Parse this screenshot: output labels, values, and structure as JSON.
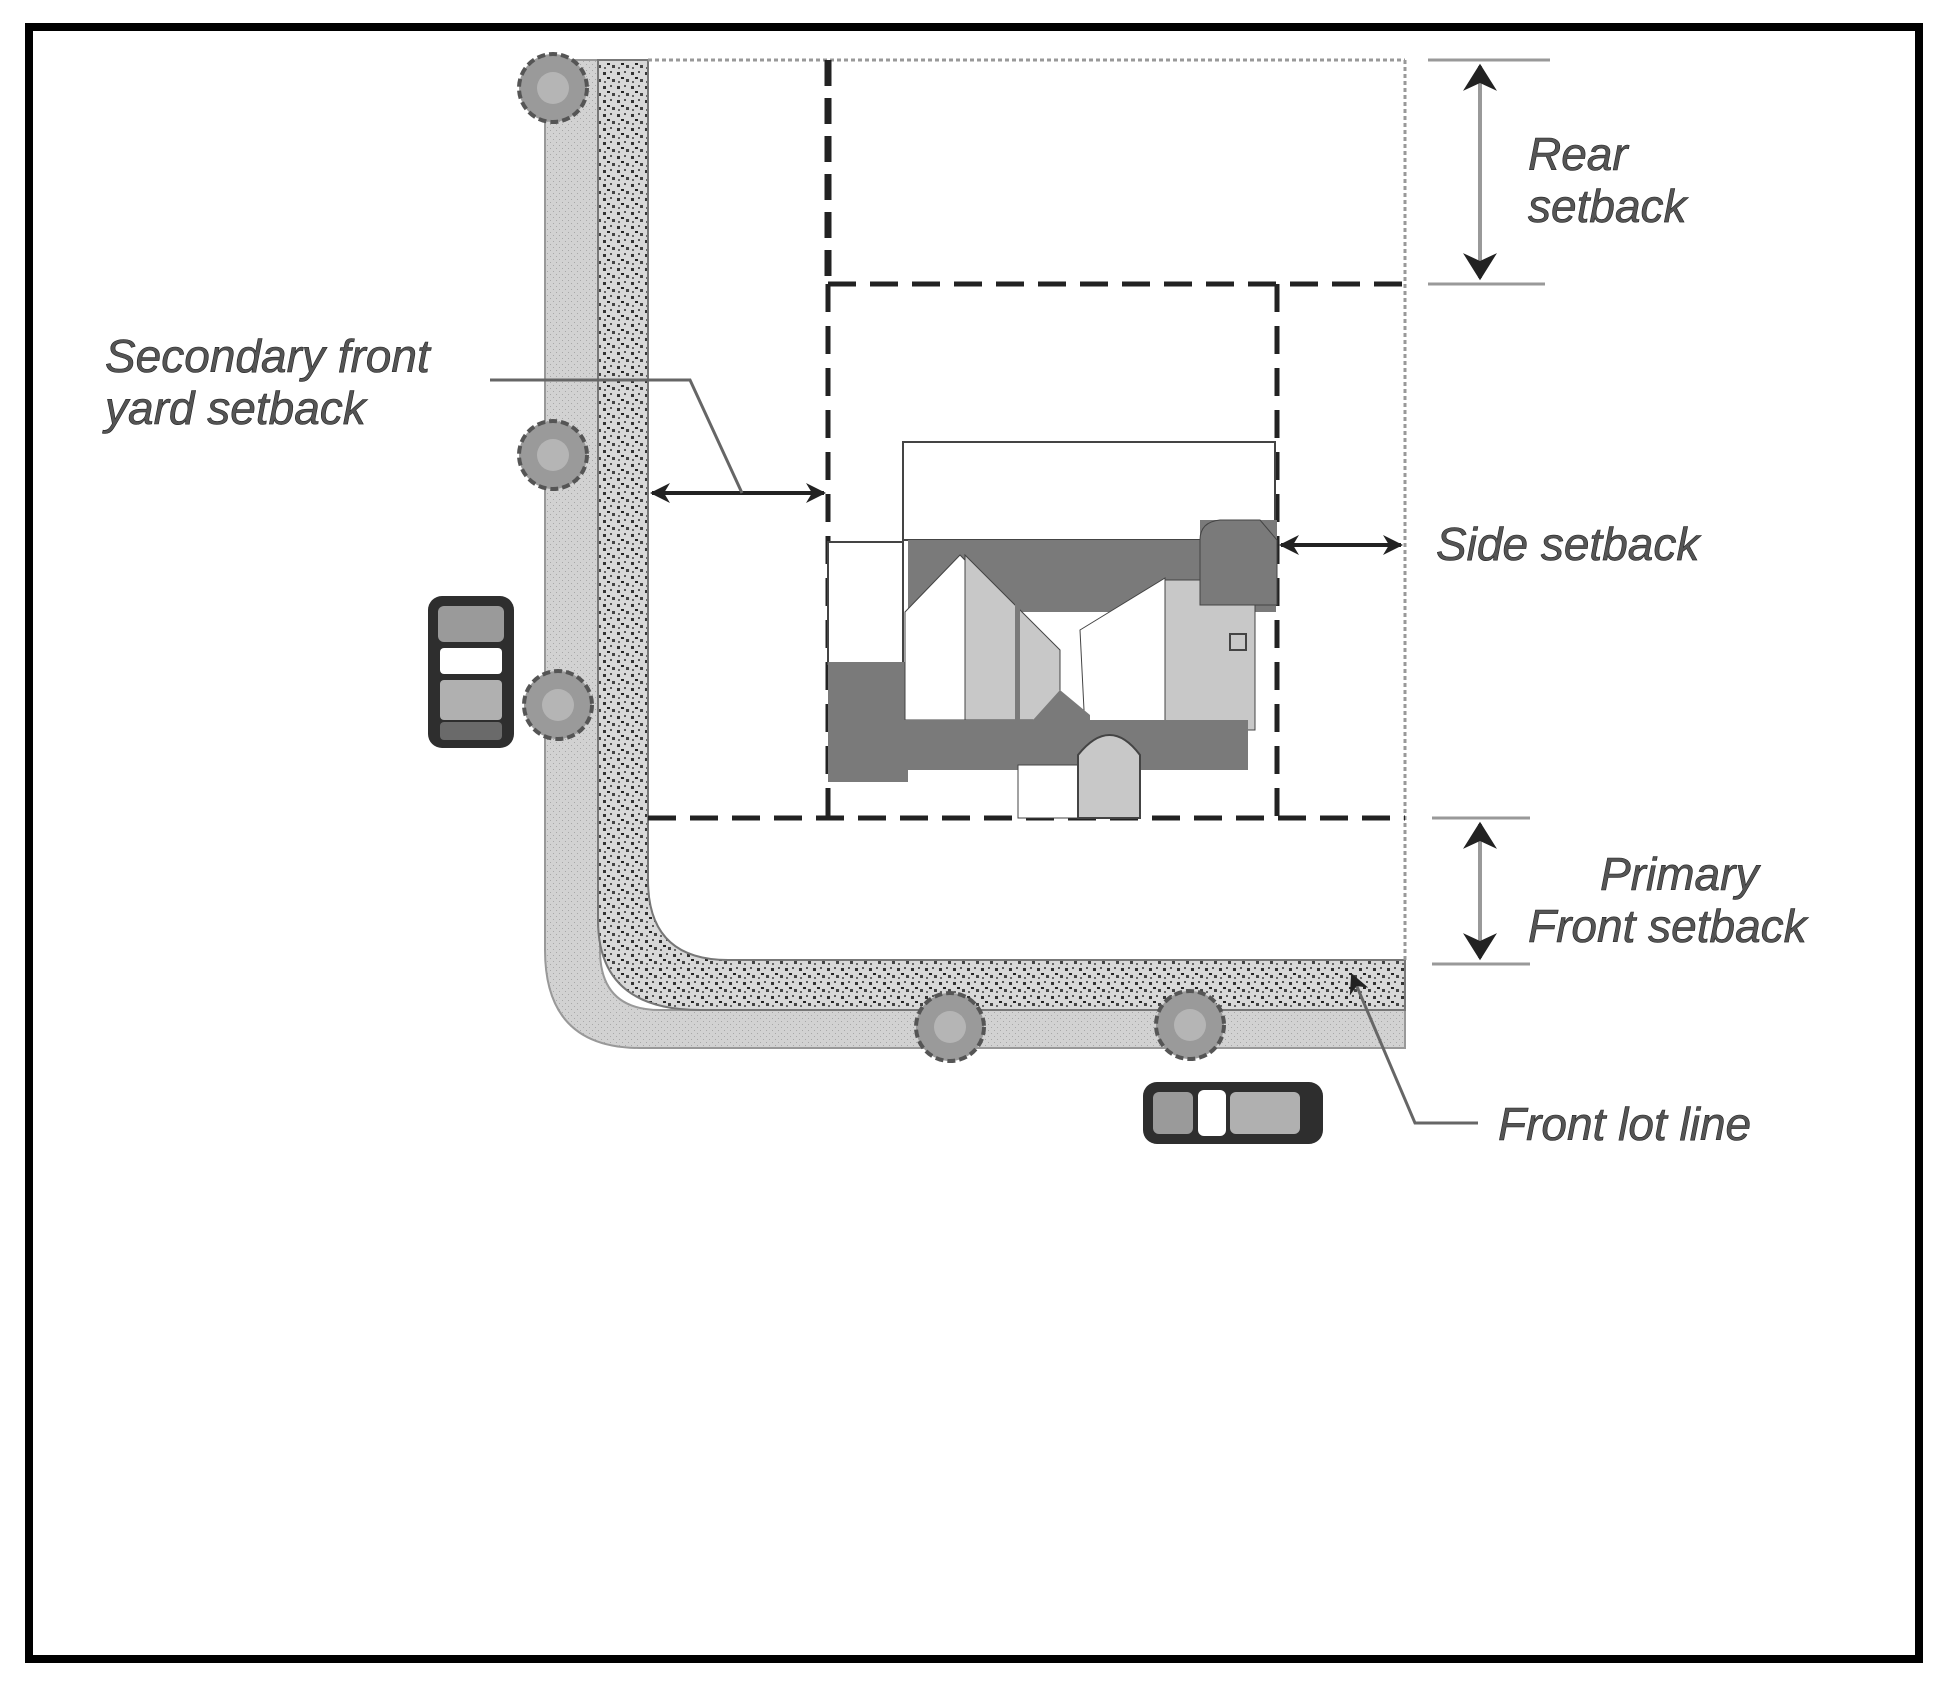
{
  "labels": {
    "rear_line1": "Rear",
    "rear_line2": "setback",
    "secondary_line1": "Secondary front",
    "secondary_line2": "yard setback",
    "side": "Side setback",
    "primary_line1": "Primary",
    "primary_line2": "Front setback",
    "front_lot_line": "Front lot line"
  },
  "colors": {
    "border": "#000000",
    "sidewalk": "#d4d4d4",
    "planting_strip": "#b8b8b8",
    "roof_dark": "#7a7a7a",
    "roof_light": "#c8c8c8",
    "tree": "#9a9a9a",
    "label_text": "#555555"
  },
  "icons": [
    "tree-icon",
    "car-icon",
    "house-icon",
    "arrow-icon"
  ]
}
